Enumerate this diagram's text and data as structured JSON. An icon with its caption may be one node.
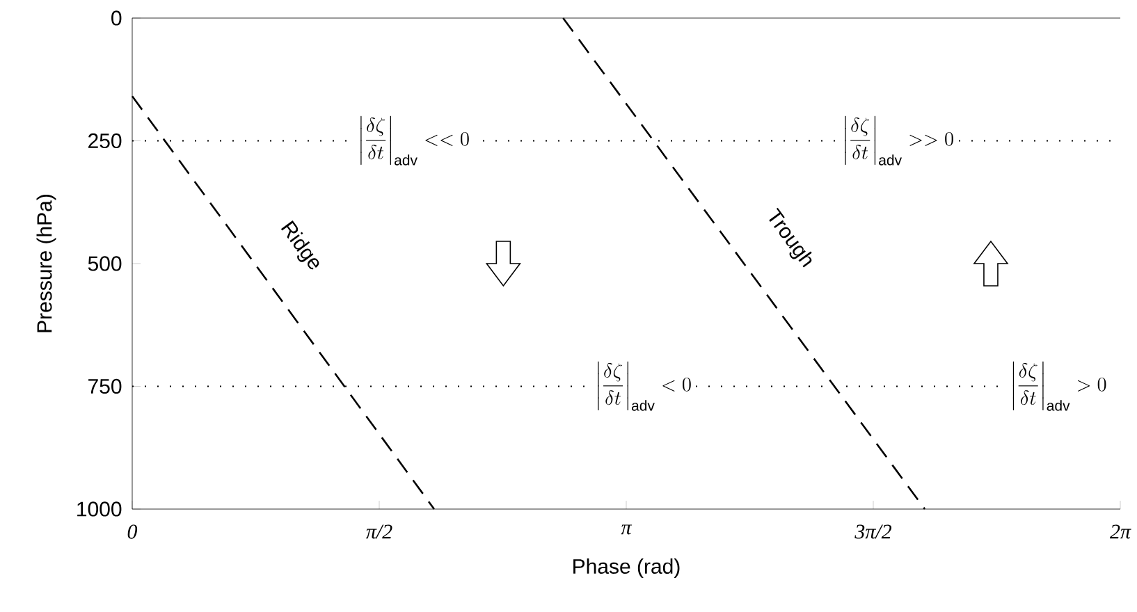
{
  "diagram": {
    "labels": [
      "\\left|\\frac{\\delta\\zeta}{\\delta t}\\right|_{\\mathrm{adv}} << 0",
      "\\left|\\frac{\\delta\\zeta}{\\delta t}\\right|_{\\mathrm{adv}} >> 0",
      "\\left|\\frac{\\delta\\zeta}{\\delta t}\\right|_{\\mathrm{adv}} < 0",
      "\\left|\\frac{\\delta\\zeta}{\\delta t}\\right|_{\\mathrm{adv}} > 0"
    ],
    "chart_data": {
      "type": "line",
      "xlabel": "Phase (rad)",
      "ylabel": "Pressure (hPa)",
      "x": [
        0,
        1.92,
        2.74,
        5.04
      ],
      "series": [
        {
          "name": "Ridge",
          "color": "#000000",
          "line_style": "dashed",
          "values": [
            159,
            1000,
            null,
            null
          ]
        },
        {
          "name": "Trough",
          "color": "#000000",
          "line_style": "dashed",
          "values": [
            null,
            null,
            0,
            1000
          ]
        }
      ],
      "xlim": [
        0,
        6.2832
      ],
      "ylim": [
        1000,
        0
      ],
      "xticks": [
        {
          "value": 0,
          "label": "0"
        },
        {
          "value": 1.5708,
          "label": "π/2"
        },
        {
          "value": 3.1416,
          "label": "π"
        },
        {
          "value": 4.7124,
          "label": "3π/2"
        },
        {
          "value": 6.2832,
          "label": "2π"
        }
      ],
      "yticks": [
        0,
        250,
        500,
        750,
        1000
      ]
    }
  }
}
